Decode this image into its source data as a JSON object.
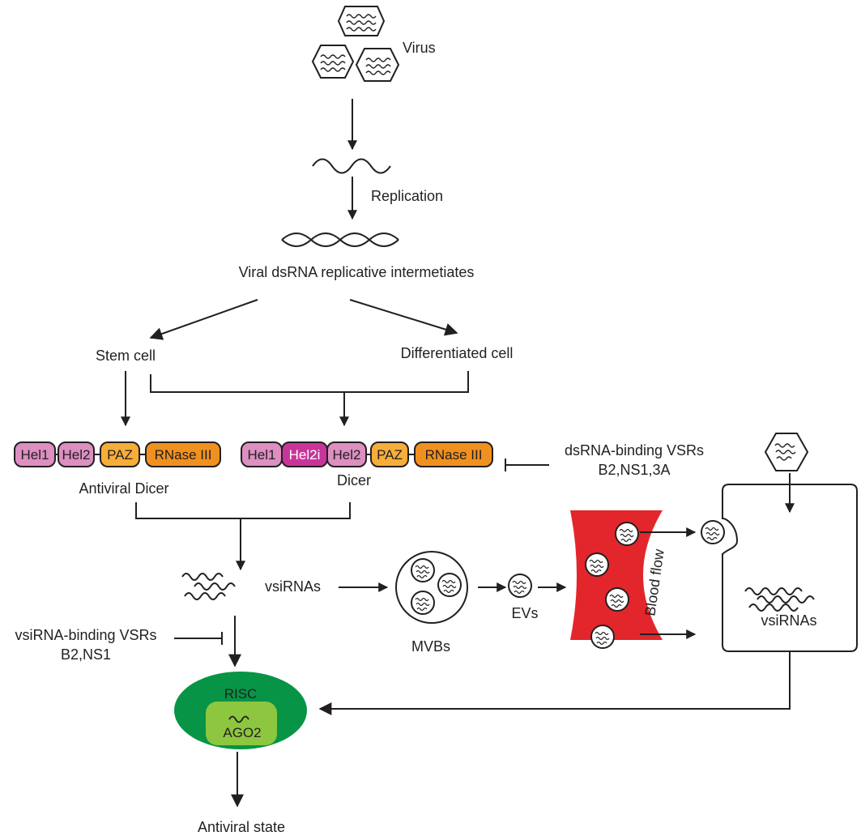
{
  "labels": {
    "virus": "Virus",
    "replication": "Replication",
    "intermediates": "Viral dsRNA replicative intermetiates",
    "stem_cell": "Stem cell",
    "differentiated_cell": "Differentiated cell",
    "antiviral_dicer": "Antiviral Dicer",
    "dicer": "Dicer",
    "dsrna_vsrs_line1": "dsRNA-binding VSRs",
    "dsrna_vsrs_line2": "B2,NS1,3A",
    "vsirnas": "vsiRNAs",
    "mvbs": "MVBs",
    "evs": "EVs",
    "blood_flow": "Blood flow",
    "vsirna_vsrs_line1": "vsiRNA-binding VSRs",
    "vsirna_vsrs_line2": "B2,NS1",
    "recipient_vsirnas": "vsiRNAs",
    "risc": "RISC",
    "ago2": "AGO2",
    "antiviral_state": "Antiviral state"
  },
  "antiviral_dicer_domains": [
    "Hel1",
    "Hel2",
    "PAZ",
    "RNase III"
  ],
  "dicer_domains": [
    "Hel1",
    "Hel2i",
    "Hel2",
    "PAZ",
    "RNase III"
  ],
  "colors": {
    "hel": "#dc8fc0",
    "hel2i": "#c8359a",
    "paz": "#f6ae39",
    "rnase": "#f0911f",
    "blood": "#e3262c",
    "risc_outer": "#079446",
    "risc_inner": "#8dc63f",
    "line": "#231f20"
  }
}
